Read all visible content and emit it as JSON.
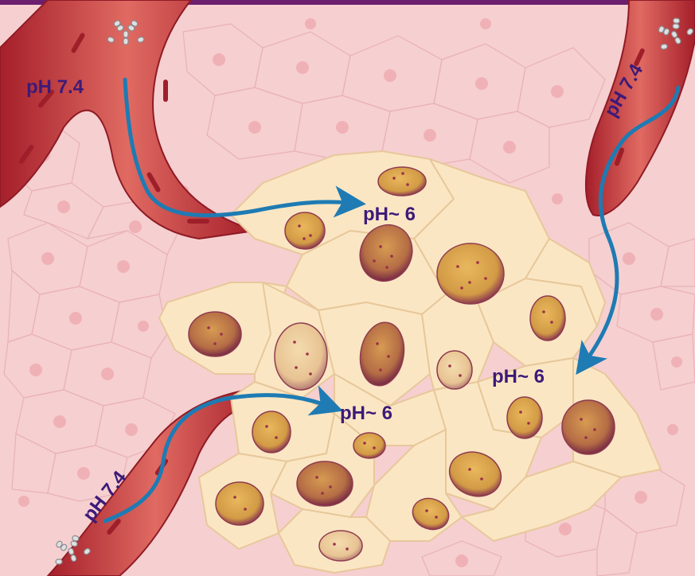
{
  "labels": {
    "blood_ph_top_left": "pH 7.4",
    "blood_ph_top_right": "pH 7.4",
    "blood_ph_bottom_left": "pH 7.4",
    "tumor_ph_top": "pH~ 6",
    "tumor_ph_right": "pH~ 6",
    "tumor_ph_bottom": "pH~ 6"
  },
  "colors": {
    "background_tissue": "#f6cfd0",
    "vessel": "#c7353b",
    "tumor_cell": "#fbe6c4",
    "nucleus": "#d9a24a",
    "arrow": "#1e7bb3",
    "label_text": "#3d1a78",
    "top_bar": "#6b1f6e"
  },
  "icons": [
    "antibody-icon"
  ]
}
